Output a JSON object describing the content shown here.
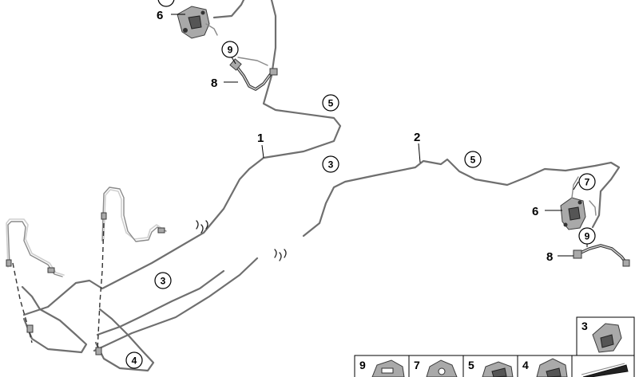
{
  "labels": {
    "main_line_1": "1",
    "main_line_2": "2",
    "hose_left": "8",
    "hose_right": "8",
    "bracket_left": "6",
    "bracket_right": "6"
  },
  "callouts": {
    "c5_top": "5",
    "c9_top": "9",
    "c3_upper": "3",
    "c5_right": "5",
    "c7_right": "7",
    "c9_right": "9",
    "c3_lower": "3",
    "c4_lower": "4"
  },
  "legend": {
    "item_3": "3",
    "item_9": "9",
    "item_7": "7",
    "item_5": "5",
    "item_4": "4"
  }
}
